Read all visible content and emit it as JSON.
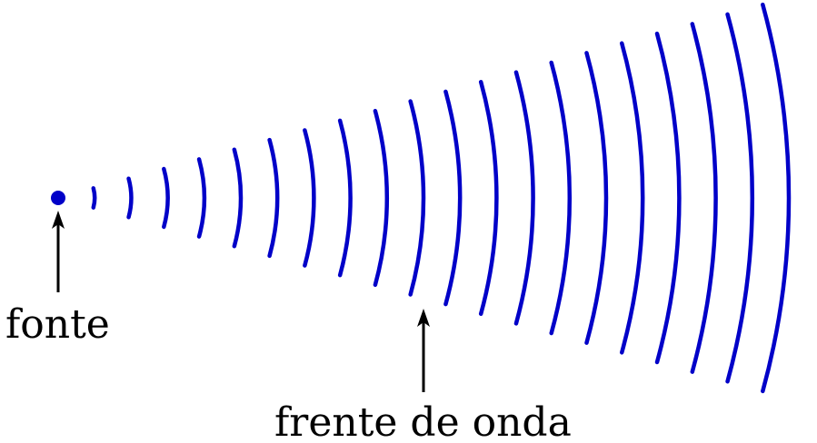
{
  "labels": {
    "source": "fonte",
    "wavefront": "frente de onda"
  },
  "colors": {
    "wave": "#0000c8",
    "source": "#0000c8",
    "arrow": "#000000"
  },
  "wavefront_count": 20
}
